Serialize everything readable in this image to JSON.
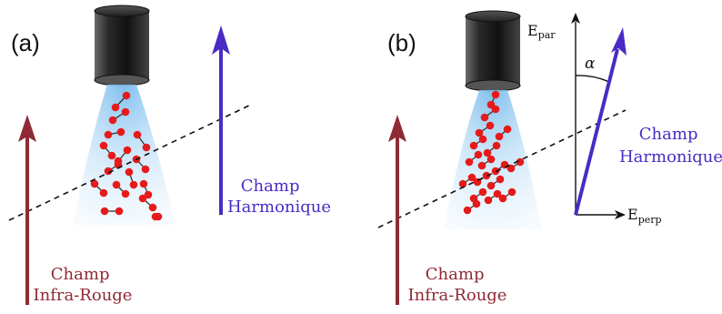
{
  "colors": {
    "infrared": "#8f2a35",
    "harmonic": "#4a2bc4",
    "molecule": "#e61a1a",
    "bond": "#333333",
    "jet": "#8ec8f0"
  },
  "panel_a": {
    "label": "(a)",
    "infrared_label": [
      "Champ",
      "Infra-Rouge"
    ],
    "harmonic_label": [
      "Champ",
      "Harmonique"
    ]
  },
  "panel_b": {
    "label": "(b)",
    "infrared_label": [
      "Champ",
      "Infra-Rouge"
    ],
    "harmonic_label": [
      "Champ",
      "Harmonique"
    ],
    "axis_par": {
      "main": "E",
      "sub": "par"
    },
    "axis_perp": {
      "main": "E",
      "sub": "perp"
    },
    "angle": "α"
  }
}
